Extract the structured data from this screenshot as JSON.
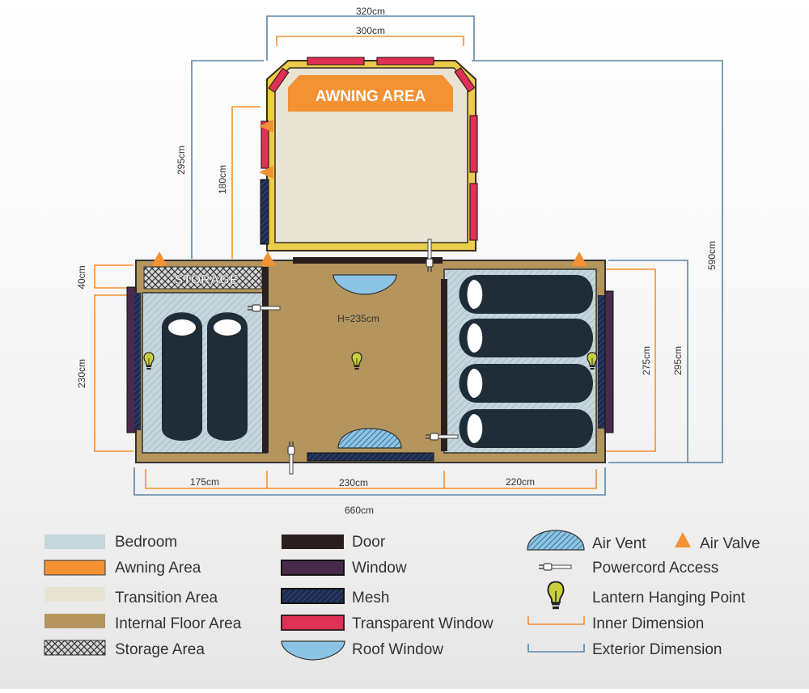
{
  "plan": {
    "awning_label": "AWNING AREA",
    "storage_label": "STORAGE",
    "height_label": "H=235cm"
  },
  "dimensions": {
    "top_exterior": "320cm",
    "top_inner": "300cm",
    "left_exterior": "295cm",
    "left_inner": "180cm",
    "right_exterior_total": "590cm",
    "storage_depth": "40cm",
    "left_bedroom_depth": "230cm",
    "right_bedroom_inner": "275cm",
    "right_bedroom_exterior": "295cm",
    "left_width": "175cm",
    "middle_width": "230cm",
    "right_width": "220cm",
    "total_width": "660cm"
  },
  "legend": {
    "col1": [
      "Bedroom",
      "Awning Area",
      "Transition Area",
      "Internal Floor Area",
      "Storage Area"
    ],
    "col2": [
      "Door",
      "Window",
      "Mesh",
      "Transparent Window",
      "Roof Window"
    ],
    "col3": [
      "Air Vent",
      "Air Valve",
      "Powercord Access",
      "Lantern Hanging Point",
      "Inner Dimension",
      "Exterior Dimension"
    ]
  },
  "colors": {
    "bedroom": "#c5d6dc",
    "awning": "#f39133",
    "transition": "#e9e3d3",
    "floor": "#b3955d",
    "door": "#2a1e1e",
    "window": "#4a2a4a",
    "mesh": "#1e2a4e",
    "transparent_window": "#e03055",
    "roof_window": "#8cc4e6",
    "inner_dim": "#f39133",
    "exterior_dim": "#5a86a6",
    "sleeping_bag": "#1f2d38",
    "lantern": "#c9cf3a"
  }
}
